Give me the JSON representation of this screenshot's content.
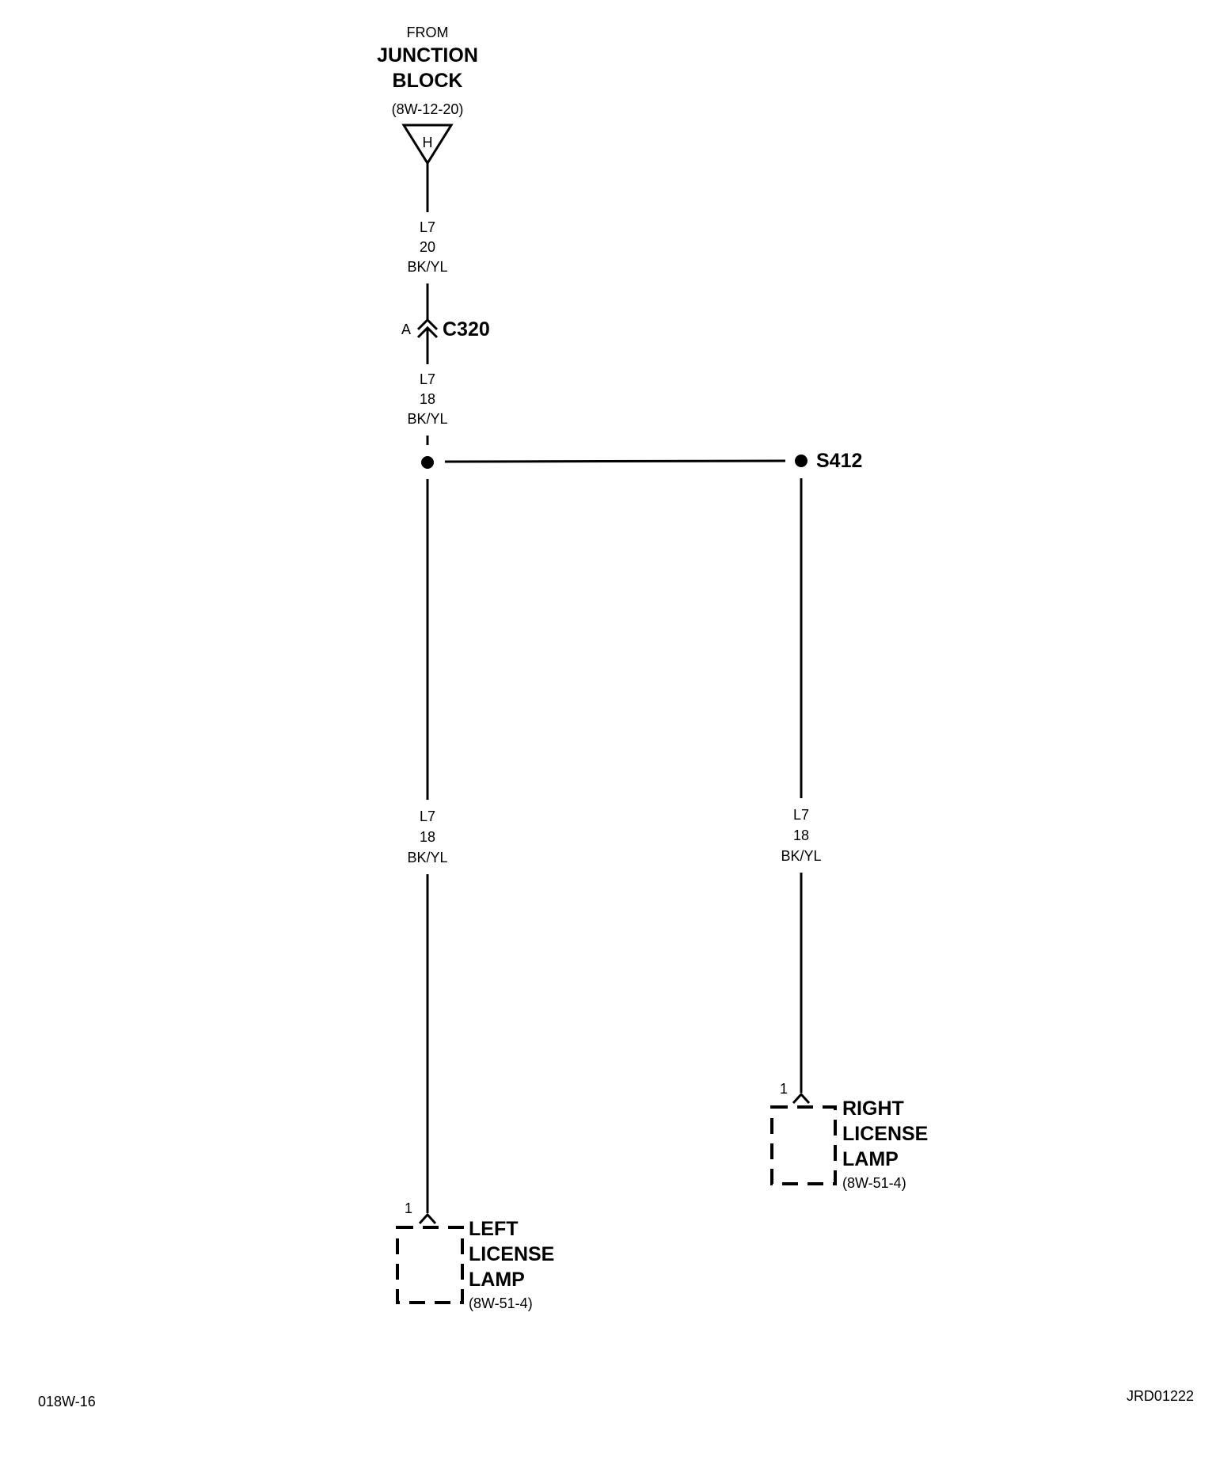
{
  "source": {
    "from_label": "FROM",
    "name_line1": "JUNCTION",
    "name_line2": "BLOCK",
    "ref": "(8W-12-20)",
    "pin": "H"
  },
  "wires": {
    "upper": {
      "circuit": "L7",
      "gauge": "20",
      "color": "BK/YL"
    },
    "middle": {
      "circuit": "L7",
      "gauge": "18",
      "color": "BK/YL"
    },
    "left_branch": {
      "circuit": "L7",
      "gauge": "18",
      "color": "BK/YL"
    },
    "right_branch": {
      "circuit": "L7",
      "gauge": "18",
      "color": "BK/YL"
    }
  },
  "connector": {
    "name": "C320",
    "cavity": "A"
  },
  "splice": {
    "name": "S412"
  },
  "left_lamp": {
    "pin": "1",
    "line1": "LEFT",
    "line2": "LICENSE",
    "line3": "LAMP",
    "ref": "(8W-51-4)"
  },
  "right_lamp": {
    "pin": "1",
    "line1": "RIGHT",
    "line2": "LICENSE",
    "line3": "LAMP",
    "ref": "(8W-51-4)"
  },
  "footer": {
    "page_code": "018W-16",
    "drawing_id": "JRD01222"
  }
}
